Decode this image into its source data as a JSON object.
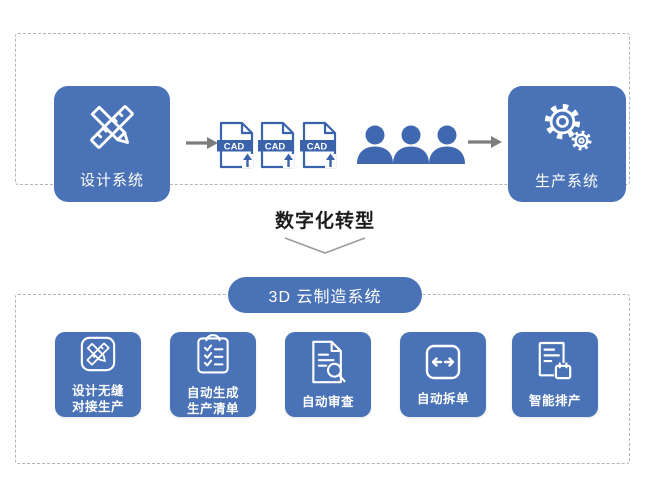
{
  "colors": {
    "card_blue": "#4a72b6",
    "pictogram_blue": "#3b63ac",
    "arrow_gray": "#7d7d7d",
    "dashed_border": "#b4b4b4",
    "title_text": "#1c1c1c",
    "label_white": "#ffffff"
  },
  "top_flow": {
    "design_system": {
      "label": "设计系统",
      "icon": "design-tools-icon"
    },
    "cad_file": {
      "label": "CAD",
      "count": 3,
      "icon": "cad-file-upload-icon"
    },
    "people": {
      "count": 3,
      "icon": "person-icon"
    },
    "production_system": {
      "label": "生产系统",
      "icon": "gears-icon"
    }
  },
  "transition": {
    "title": "数字化转型",
    "icon": "chevron-down-icon"
  },
  "platform": {
    "label": "3D 云制造系统"
  },
  "features": [
    {
      "label_line1": "设计无缝",
      "label_line2": "对接生产",
      "icon": "design-integration-icon"
    },
    {
      "label_line1": "自动生成",
      "label_line2": "生产清单",
      "icon": "checklist-icon"
    },
    {
      "label_line1": "自动审查",
      "label_line2": "",
      "icon": "document-review-icon"
    },
    {
      "label_line1": "自动拆单",
      "label_line2": "",
      "icon": "split-order-icon"
    },
    {
      "label_line1": "智能排产",
      "label_line2": "",
      "icon": "smart-scheduling-icon"
    }
  ]
}
